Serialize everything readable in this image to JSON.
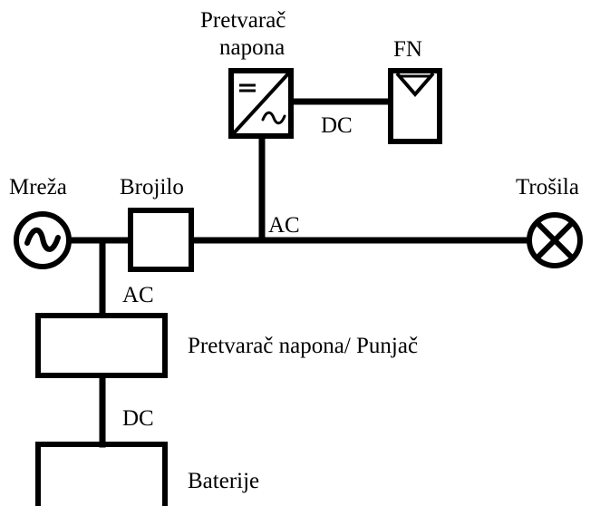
{
  "labels": {
    "converter_top_line1": "Pretvarač",
    "converter_top_line2": "napona",
    "pv": "FN",
    "dc_top": "DC",
    "grid": "Mreža",
    "meter": "Brojilo",
    "consumers": "Trošila",
    "ac_top": "AC",
    "ac_left": "AC",
    "converter_charger": "Pretvarač napona/ Punjač",
    "dc_bottom": "DC",
    "batteries": "Baterije"
  }
}
